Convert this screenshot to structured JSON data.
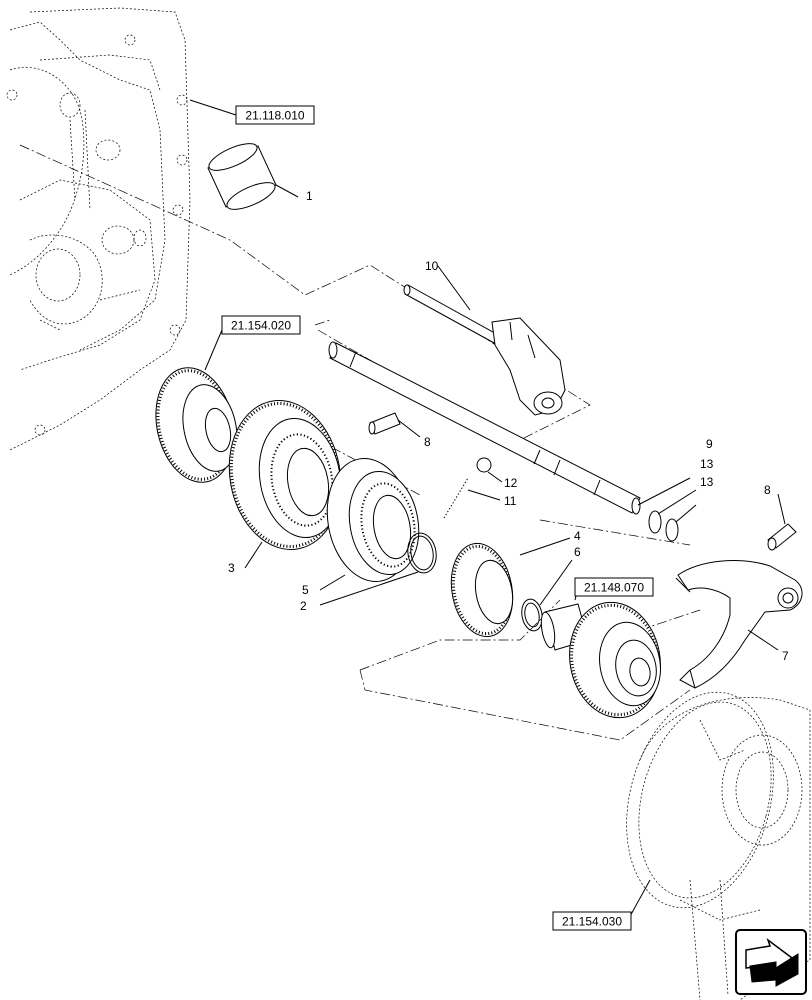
{
  "references": [
    {
      "id": "ref-21-118-010",
      "text": "21.118.010"
    },
    {
      "id": "ref-21-154-020",
      "text": "21.154.020"
    },
    {
      "id": "ref-21-148-070",
      "text": "21.148.070"
    },
    {
      "id": "ref-21-154-030",
      "text": "21.154.030"
    }
  ],
  "callouts": [
    "1",
    "10",
    "8",
    "9",
    "13",
    "13",
    "12",
    "11",
    "8",
    "3",
    "4",
    "6",
    "5",
    "2",
    "7"
  ],
  "nav_icon": "next-page-arrow-icon"
}
